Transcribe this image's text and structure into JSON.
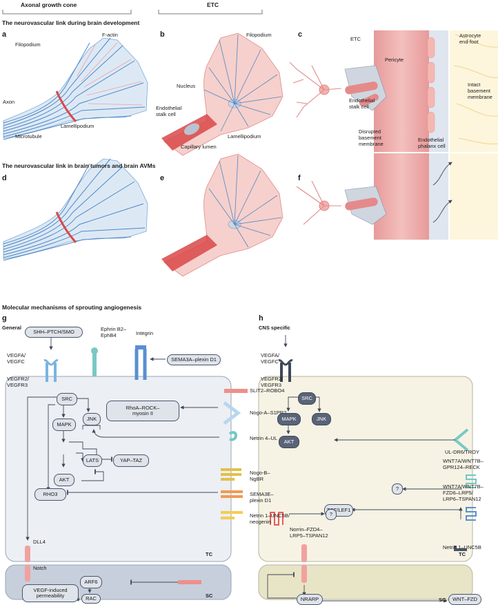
{
  "headers": {
    "axonal": "Axonal growth cone",
    "etc": "ETC"
  },
  "section_dev": "The neurovascular link during brain development",
  "section_tumor": "The neurovascular link in brain tumors and brain AVMs",
  "section_mol": "Molecular mechanisms of sprouting angiogenesis",
  "panels": {
    "a": "a",
    "b": "b",
    "c": "c",
    "d": "d",
    "e": "e",
    "f": "f",
    "g": "g",
    "h": "h"
  },
  "panel_a": {
    "filopodium": "Filopodium",
    "factin": "F-actin",
    "axon": "Axon",
    "microtubule": "Microtubule",
    "lamellipodium": "Lamellipodium"
  },
  "panel_b": {
    "filopodium": "Filopodium",
    "nucleus": "Nucleus",
    "stalk": "Endothelial\nstalk cell",
    "lumen": "Capillary lumen",
    "lamellipodium": "Lamellipodium"
  },
  "panel_c": {
    "etc": "ETC",
    "pericyte": "Pericyte",
    "astro": "Astrocyte\nend-foot",
    "stalk": "Endothelial\nstalk cell",
    "intact": "Intact\nbasement\nmembrane",
    "disrupted": "Disrupted\nbasement\nmembrane",
    "phalanx": "Endothelial\nphalanx cell"
  },
  "g": {
    "title": "General",
    "shh": "SHH–PTCH/SMO",
    "ephrin": "Ephrin B2–\nEphB4",
    "integrin": "Integrin",
    "sema3a": "SEMA3A–plexin D1",
    "vegfa": "VEGFA/\nVEGFC",
    "vegfr": "VEGFR2/\nVEGFR3",
    "slit": "SLIT2–ROBO4",
    "nogoa": "Nogo-A–S1PR2",
    "netrin4": "Netrin 4–UL",
    "nogob": "Nogo-B–\nNgBR",
    "sema3e": "SEMA3E–\nplexin D1",
    "netrin1": "Netrin 1–UNC5B/\nneogenin",
    "src": "SRC",
    "jnk": "JNK",
    "mapk": "MAPK",
    "lats": "LATS",
    "yap": "YAP–TAZ",
    "akt": "AKT",
    "rho3": "RHO3",
    "rhoa": "RhoA–ROCK–\nmyosin II",
    "tc": "TC",
    "dll4": "DLL4",
    "notch": "Notch",
    "arf6": "ARF6",
    "rac": "RAC",
    "vegfperm": "VEGF-induced\npermeability",
    "sc": "SC"
  },
  "h": {
    "title": "CNS specific",
    "vegfa": "VEGFA/\nVEGFC",
    "vegfr": "VEGFR2/\nVEGFR3",
    "src": "SRC",
    "mapk": "MAPK",
    "jnk": "JNK",
    "akt": "AKT",
    "uldr6": "UL-DR6/TROY",
    "wnt1": "WNT7A/WNT7B–\nGPR124–RECK",
    "q1": "?",
    "wnt2": "WNT7A/WNT7B–\nFZD6–LRP5/\nLRP6–TSPAN12",
    "tcf": "TCF/LEF1",
    "q2": "?",
    "norrin": "Norrin–FZD4–\nLRP5–TSPAN12",
    "netrin1": "Netrin 1–UNC5B",
    "tc": "TC",
    "nrarp": "NRARP",
    "wntfzd": "WNT–FZD",
    "sc": "SC"
  }
}
